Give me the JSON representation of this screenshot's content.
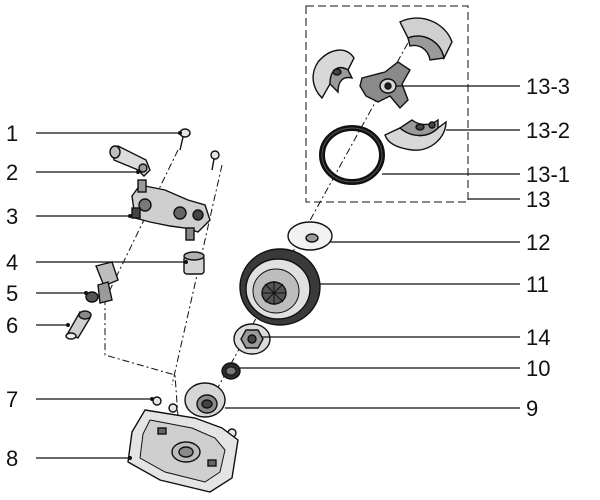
{
  "diagram": {
    "labels": {
      "p1": "1",
      "p2": "2",
      "p3": "3",
      "p4": "4",
      "p5": "5",
      "p6": "6",
      "p7": "7",
      "p8": "8",
      "p9": "9",
      "p10": "10",
      "p11": "11",
      "p12": "12",
      "p13": "13",
      "p13_1": "13-1",
      "p13_2": "13-2",
      "p13_3": "13-3",
      "p14": "14"
    }
  }
}
